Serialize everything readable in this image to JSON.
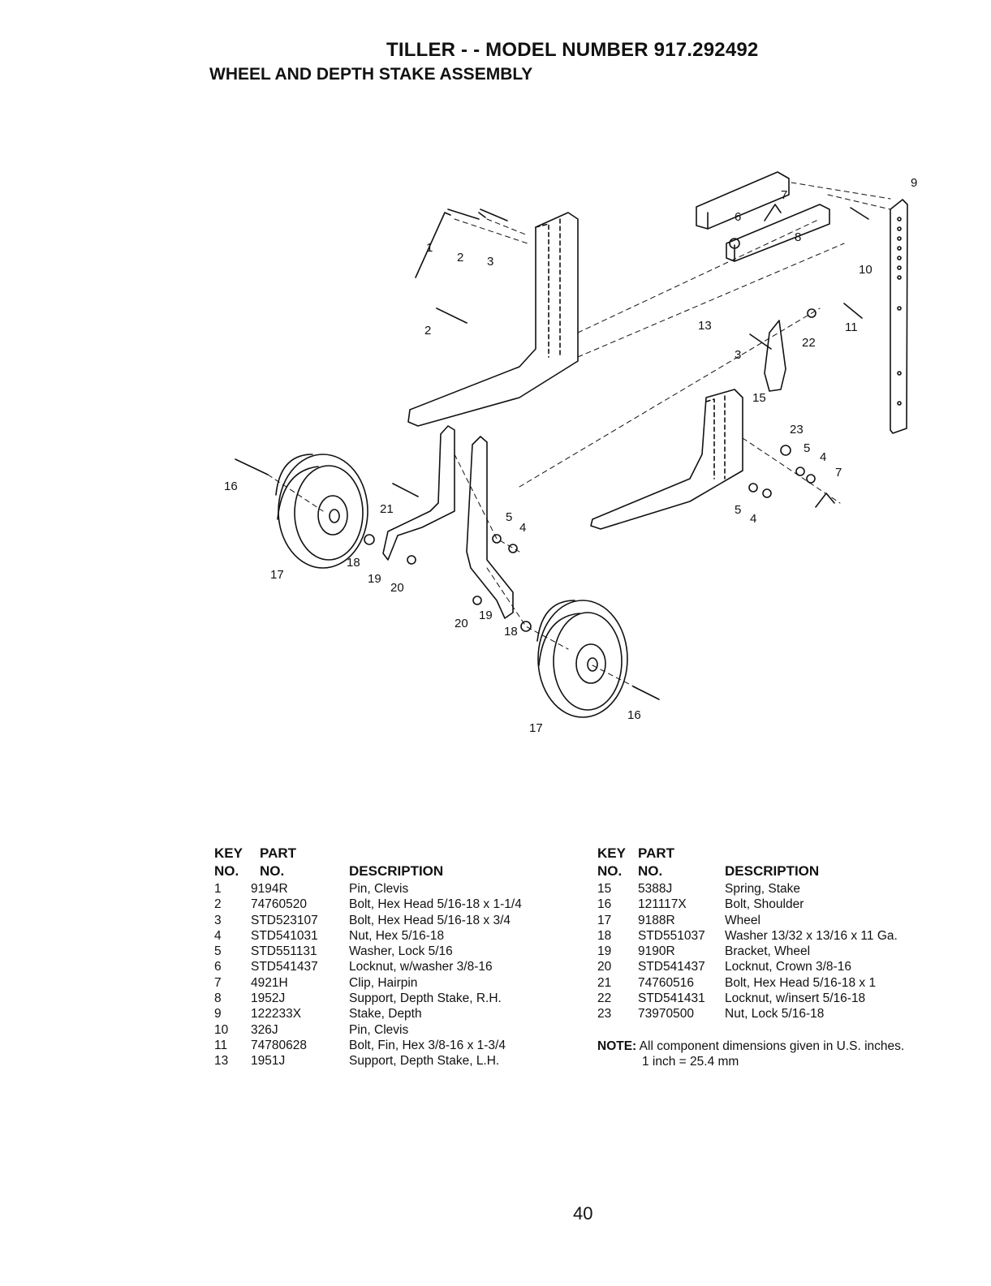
{
  "header": {
    "title": "TILLER - - MODEL NUMBER 917.292492",
    "subtitle": "WHEEL AND DEPTH STAKE ASSEMBLY"
  },
  "diagram": {
    "callouts": [
      "1",
      "2",
      "3",
      "2",
      "6",
      "7",
      "8",
      "9",
      "10",
      "11",
      "13",
      "3",
      "22",
      "15",
      "23",
      "5",
      "4",
      "7",
      "5",
      "4",
      "16",
      "17",
      "21",
      "18",
      "19",
      "20",
      "5",
      "4",
      "20",
      "19",
      "18",
      "16",
      "17"
    ]
  },
  "parts_left": {
    "header": {
      "key_line1": "KEY",
      "key_line2": "NO.",
      "part_line1": "PART",
      "part_line2": "NO.",
      "desc": "DESCRIPTION"
    },
    "rows": [
      {
        "key": "1",
        "part": "9194R",
        "desc": "Pin, Clevis"
      },
      {
        "key": "2",
        "part": "74760520",
        "desc": "Bolt, Hex Head  5/16-18 x 1-1/4"
      },
      {
        "key": "3",
        "part": "STD523107",
        "desc": "Bolt, Hex Head  5/16-18 x 3/4"
      },
      {
        "key": "4",
        "part": "STD541031",
        "desc": "Nut, Hex  5/16-18"
      },
      {
        "key": "5",
        "part": "STD551131",
        "desc": "Washer, Lock  5/16"
      },
      {
        "key": "6",
        "part": "STD541437",
        "desc": "Locknut, w/washer   3/8-16"
      },
      {
        "key": "7",
        "part": "4921H",
        "desc": "Clip, Hairpin"
      },
      {
        "key": "8",
        "part": "1952J",
        "desc": "Support, Depth Stake, R.H."
      },
      {
        "key": "9",
        "part": "122233X",
        "desc": "Stake, Depth"
      },
      {
        "key": "10",
        "part": "326J",
        "desc": "Pin, Clevis"
      },
      {
        "key": "11",
        "part": "74780628",
        "desc": "Bolt, Fin, Hex  3/8-16 x 1-3/4"
      },
      {
        "key": "13",
        "part": "1951J",
        "desc": "Support, Depth Stake, L.H."
      }
    ]
  },
  "parts_right": {
    "header": {
      "key_line1": "KEY",
      "key_line2": "NO.",
      "part_line1": "PART",
      "part_line2": "NO.",
      "desc": "DESCRIPTION"
    },
    "rows": [
      {
        "key": "15",
        "part": "5388J",
        "desc": "Spring, Stake"
      },
      {
        "key": "16",
        "part": "121117X",
        "desc": "Bolt, Shoulder"
      },
      {
        "key": "17",
        "part": "9188R",
        "desc": "Wheel"
      },
      {
        "key": "18",
        "part": "STD551037",
        "desc": "Washer  13/32 x 13/16 x 11 Ga."
      },
      {
        "key": "19",
        "part": "9190R",
        "desc": "Bracket, Wheel"
      },
      {
        "key": "20",
        "part": "STD541437",
        "desc": "Locknut, Crown  3/8-16"
      },
      {
        "key": "21",
        "part": "74760516",
        "desc": "Bolt, Hex Head  5/16-18 x 1"
      },
      {
        "key": "22",
        "part": "STD541431",
        "desc": "Locknut, w/insert  5/16-18"
      },
      {
        "key": "23",
        "part": "73970500",
        "desc": "Nut, Lock 5/16-18"
      }
    ]
  },
  "note": {
    "label": "NOTE:",
    "text": "All component dimensions given in U.S. inches.",
    "line2": "1 inch = 25.4 mm"
  },
  "footer": {
    "page_number": "40"
  }
}
